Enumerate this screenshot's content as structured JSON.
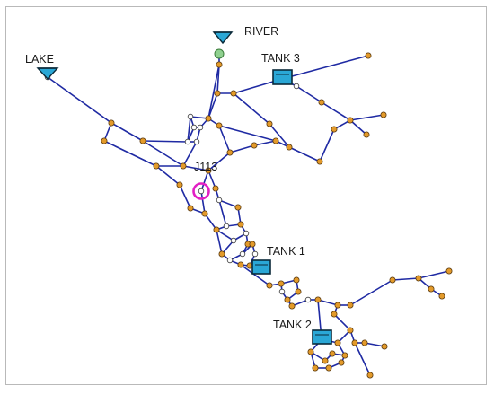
{
  "labels": {
    "river": "RIVER",
    "lake": "LAKE",
    "tank1": "TANK 1",
    "tank2": "TANK 2",
    "tank3": "TANK 3",
    "selected": "J113"
  },
  "colors": {
    "pipe": "#1f2aa3",
    "junction": "#e39a2a",
    "junction_outline": "#5a3a10",
    "node_white": "#ffffff",
    "tank_fill": "#2aa7d6",
    "selection": "#e21fc4",
    "pump": "#8fd08f",
    "border": "#b9b9b9"
  },
  "icons": {
    "reservoir": "reservoir-icon",
    "tank": "tank-icon",
    "pump": "pump-icon",
    "selection": "selection-ring-icon"
  }
}
